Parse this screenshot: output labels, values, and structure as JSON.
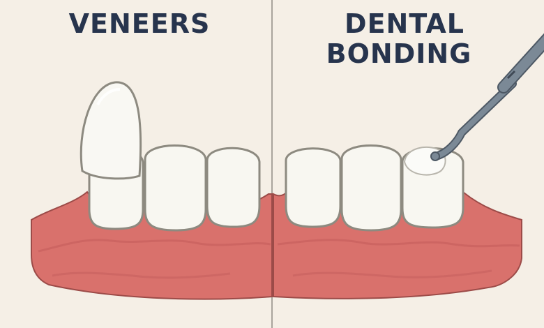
{
  "panels": {
    "left": {
      "title": "VENEERS"
    },
    "right": {
      "title_line1": "DENTAL",
      "title_line2": "BONDING"
    }
  },
  "colors": {
    "background": "#f5efe6",
    "divider": "#a9a49c",
    "title": "#27344d",
    "gum": "#d9716c",
    "gum_shadow": "#c45e5b",
    "gum_outline": "#9c4b48",
    "tooth": "#f8f7f1",
    "tooth_outline": "#8d8a80",
    "tool": "#6e7c88"
  },
  "icons": {
    "veneer": "veneer-shell-icon",
    "tool": "dental-bonding-tool-icon"
  }
}
